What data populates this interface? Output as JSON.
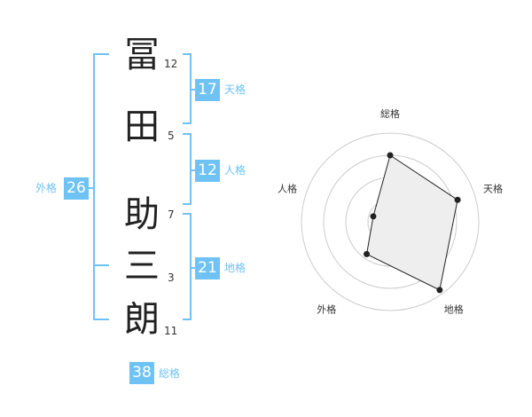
{
  "name": [
    {
      "char": "冨",
      "strokes": "12"
    },
    {
      "char": "田",
      "strokes": "5"
    },
    {
      "char": "助",
      "strokes": "7"
    },
    {
      "char": "三",
      "strokes": "3"
    },
    {
      "char": "朗",
      "strokes": "11"
    }
  ],
  "kakusu": {
    "tenkaku": {
      "value": "17",
      "label": "天格"
    },
    "jinkaku": {
      "value": "12",
      "label": "人格"
    },
    "chikaku": {
      "value": "21",
      "label": "地格"
    },
    "gaikaku": {
      "value": "26",
      "label": "外格"
    },
    "soukaku": {
      "value": "38",
      "label": "総格"
    }
  },
  "chart_data": {
    "type": "radar",
    "axes": [
      "総格",
      "天格",
      "地格",
      "外格",
      "人格"
    ],
    "values": [
      0.75,
      0.8,
      0.95,
      0.45,
      0.2
    ],
    "rings": 4,
    "colors": {
      "fill": "#eeeeee",
      "line": "#222222",
      "grid": "#cccccc"
    }
  },
  "colors": {
    "accent": "#6ec3f4",
    "text": "#222222"
  }
}
